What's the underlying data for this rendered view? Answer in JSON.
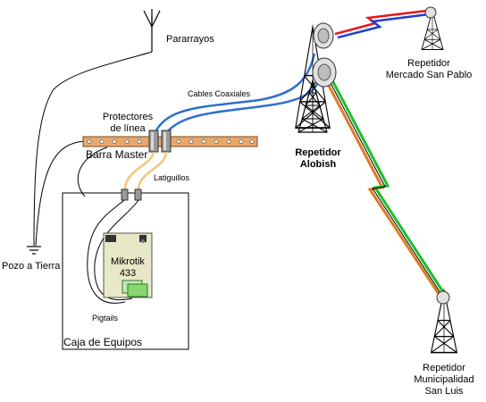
{
  "labels": {
    "pararrayos": "Pararrayos",
    "cables_coaxiales": "Cables Coaxiales",
    "protectores_line1": "Protectores",
    "protectores_line2": "de línea",
    "barra_master": "Barra Master",
    "latiguillos": "Latiguillos",
    "pozo_a_tierra": "Pozo a Tierra",
    "mikrotik_line1": "Mikrotik",
    "mikrotik_line2": "433",
    "pigtails": "Pigtails",
    "caja_de_equipos": "Caja de Equipos",
    "rep_alobish_line1": "Repetidor",
    "rep_alobish_line2": "Alobish",
    "rep_sanpablo_line1": "Repetidor",
    "rep_sanpablo_line2": "Mercado San Pablo",
    "rep_sanluis_line1": "Repetidor",
    "rep_sanluis_line2": "Municipalidad",
    "rep_sanluis_line3": "San Luis"
  },
  "colors": {
    "coax": "#2f6fcf",
    "latiguillo": "#f1c77a",
    "bar": "#e8a86c",
    "link_red": "#e8151b",
    "link_blue": "#1e3fd0",
    "link_orange": "#e07a22",
    "link_green": "#1dbf2a",
    "board": "#e8e8c8",
    "radio_card": "#88d870"
  },
  "icons": [
    "antenna-icon",
    "ground-icon",
    "tower-icon",
    "dish-icon",
    "lightning-link-icon"
  ]
}
